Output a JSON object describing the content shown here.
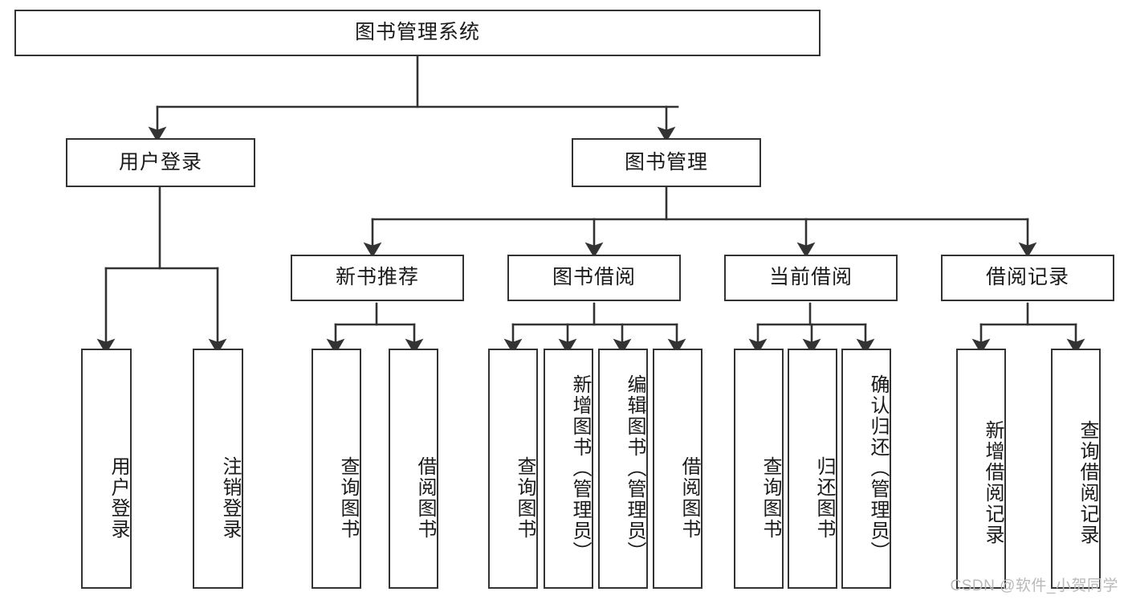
{
  "diagram": {
    "title": "图书管理系统",
    "type": "tree-hierarchy-diagram",
    "colors": {
      "box_border": "#333333",
      "box_fill": "#ffffff",
      "edge": "#333333",
      "text": "#1a1a1a",
      "watermark": "#b9b9b9"
    },
    "root": {
      "id": "root",
      "label": "图书管理系统"
    },
    "level2": [
      {
        "id": "user-login",
        "label": "用户登录"
      },
      {
        "id": "book-management",
        "label": "图书管理"
      }
    ],
    "level3": [
      {
        "id": "new-book-recommend",
        "label": "新书推荐"
      },
      {
        "id": "book-borrow",
        "label": "图书借阅"
      },
      {
        "id": "current-borrow",
        "label": "当前借阅"
      },
      {
        "id": "borrow-record",
        "label": "借阅记录"
      }
    ],
    "leaves": [
      {
        "id": "leaf-user-login",
        "label": "用户登录",
        "parent": "user-login"
      },
      {
        "id": "leaf-user-logout",
        "label": "注销登录",
        "parent": "user-login"
      },
      {
        "id": "leaf-query-book-1",
        "label": "查询图书",
        "parent": "new-book-recommend"
      },
      {
        "id": "leaf-borrow-book-1",
        "label": "借阅图书",
        "parent": "new-book-recommend"
      },
      {
        "id": "leaf-query-book-2",
        "label": "查询图书",
        "parent": "book-borrow"
      },
      {
        "id": "leaf-add-book",
        "label": "新增图书（管理员）",
        "parent": "book-borrow"
      },
      {
        "id": "leaf-edit-book",
        "label": "编辑图书（管理员）",
        "parent": "book-borrow"
      },
      {
        "id": "leaf-borrow-book-2",
        "label": "借阅图书",
        "parent": "book-borrow"
      },
      {
        "id": "leaf-query-book-3",
        "label": "查询图书",
        "parent": "current-borrow"
      },
      {
        "id": "leaf-return-book",
        "label": "归还图书",
        "parent": "current-borrow"
      },
      {
        "id": "leaf-confirm-return",
        "label": "确认归还（管理员）",
        "parent": "current-borrow"
      },
      {
        "id": "leaf-add-record",
        "label": "新增借阅记录",
        "parent": "borrow-record"
      },
      {
        "id": "leaf-query-record",
        "label": "查询借阅记录",
        "parent": "borrow-record"
      }
    ],
    "watermark": "CSDN @软件_小贺同学"
  }
}
